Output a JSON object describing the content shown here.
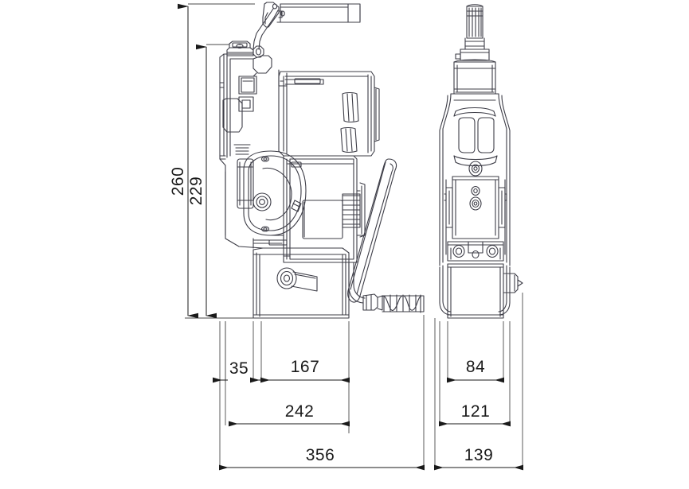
{
  "drawing": {
    "title": "Magnetic drill press dimension drawing",
    "background_color": "#ffffff",
    "line_color": "#3c3c46",
    "dimension_color": "#1a1a1a",
    "units": "mm",
    "views": [
      {
        "name": "side-elevation",
        "position": "left"
      },
      {
        "name": "front-elevation",
        "position": "right"
      }
    ],
    "dimensions": {
      "height_overall": "260",
      "height_body": "229",
      "base_front_offset": "35",
      "base_length": "167",
      "base_total": "242",
      "overall_length": "356",
      "base_width": "84",
      "body_width": "121",
      "overall_width": "139"
    }
  }
}
